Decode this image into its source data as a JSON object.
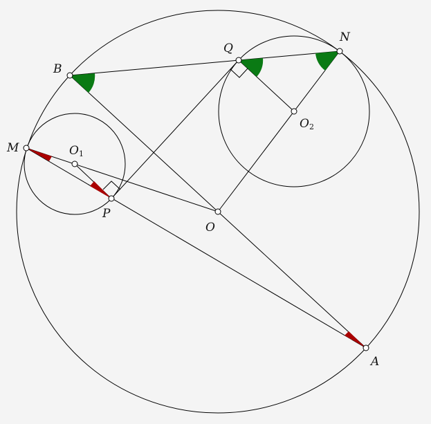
{
  "points": {
    "B": {
      "label": "B"
    },
    "Q": {
      "label": "Q"
    },
    "N": {
      "label": "N"
    },
    "M": {
      "label": "M"
    },
    "O1": {
      "label": "O",
      "sub": "1"
    },
    "O2": {
      "label": "O",
      "sub": "2"
    },
    "P": {
      "label": "P"
    },
    "O": {
      "label": "O"
    },
    "A": {
      "label": "A"
    }
  },
  "colors": {
    "green_angle": "#0a7a14",
    "red_angle": "#aa0000",
    "stroke": "#000000",
    "background": "#f4f4f4"
  }
}
